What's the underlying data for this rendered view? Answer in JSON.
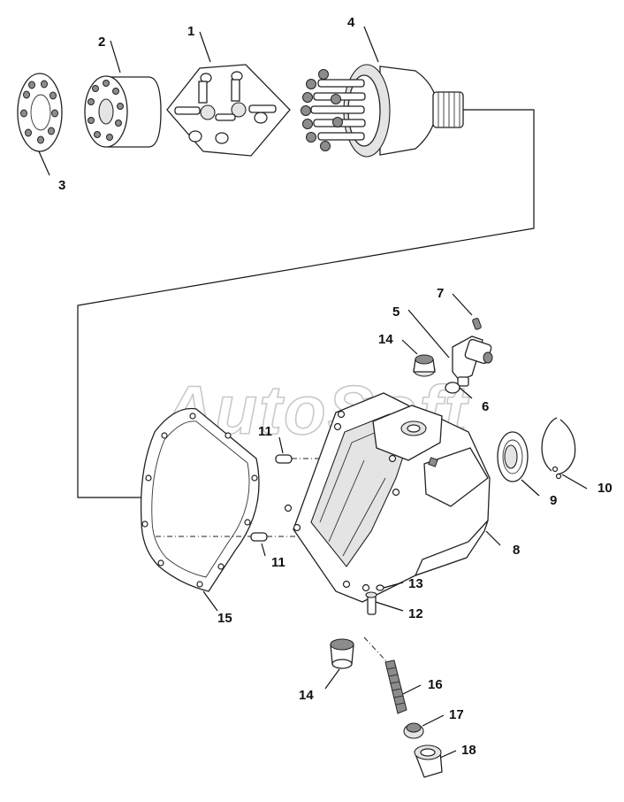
{
  "watermark": "AutoSoft",
  "callouts": {
    "c1": "1",
    "c2": "2",
    "c3": "3",
    "c4": "4",
    "c5": "5",
    "c6": "6",
    "c7": "7",
    "c8": "8",
    "c9": "9",
    "c10": "10",
    "c11a": "11",
    "c11b": "11",
    "c12": "12",
    "c13": "13",
    "c14a": "14",
    "c14b": "14",
    "c15": "15",
    "c16": "16",
    "c17": "17",
    "c18": "18"
  }
}
